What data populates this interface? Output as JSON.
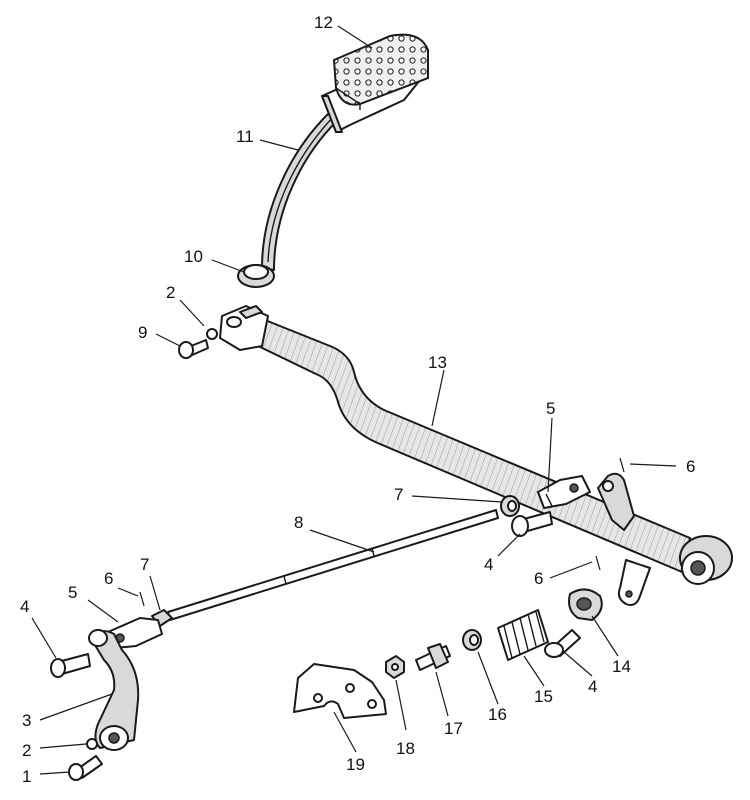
{
  "part_labels": [
    {
      "id": "l1",
      "text": "1"
    },
    {
      "id": "l2a",
      "text": "2"
    },
    {
      "id": "l2b",
      "text": "2"
    },
    {
      "id": "l3",
      "text": "3"
    },
    {
      "id": "l4a",
      "text": "4"
    },
    {
      "id": "l4b",
      "text": "4"
    },
    {
      "id": "l4c",
      "text": "4"
    },
    {
      "id": "l5a",
      "text": "5"
    },
    {
      "id": "l5b",
      "text": "5"
    },
    {
      "id": "l6a",
      "text": "6"
    },
    {
      "id": "l6b",
      "text": "6"
    },
    {
      "id": "l6c",
      "text": "6"
    },
    {
      "id": "l7a",
      "text": "7"
    },
    {
      "id": "l7b",
      "text": "7"
    },
    {
      "id": "l8",
      "text": "8"
    },
    {
      "id": "l9",
      "text": "9"
    },
    {
      "id": "l10",
      "text": "10"
    },
    {
      "id": "l11",
      "text": "11"
    },
    {
      "id": "l12",
      "text": "12"
    },
    {
      "id": "l13",
      "text": "13"
    },
    {
      "id": "l14",
      "text": "14"
    },
    {
      "id": "l15",
      "text": "15"
    },
    {
      "id": "l16",
      "text": "16"
    },
    {
      "id": "l17",
      "text": "17"
    },
    {
      "id": "l18",
      "text": "18"
    },
    {
      "id": "l19",
      "text": "19"
    }
  ]
}
